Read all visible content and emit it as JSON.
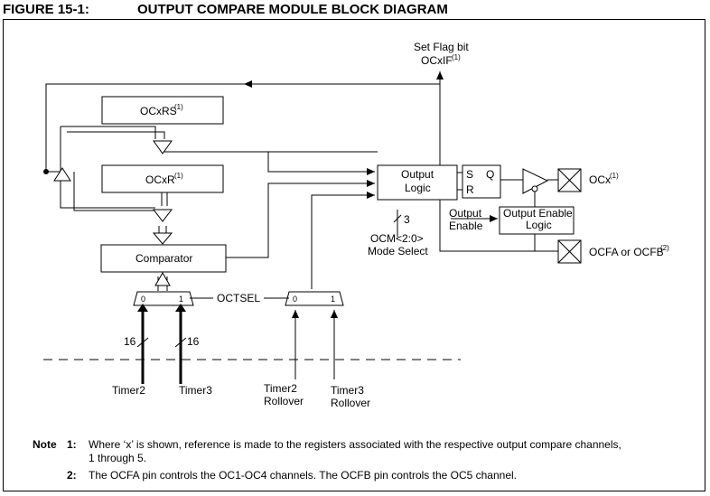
{
  "figure": {
    "label": "FIGURE 15-1:",
    "title": "OUTPUT COMPARE MODULE BLOCK DIAGRAM"
  },
  "blocks": {
    "ocxrs": "OCxRS",
    "ocxr": "OCxR",
    "superscript_1": "(1)",
    "superscript_2": "(2)",
    "comparator": "Comparator",
    "output_logic_line1": "Output",
    "output_logic_line2": "Logic",
    "sr_s": "S",
    "sr_q": "Q",
    "sr_r": "R",
    "oe_logic_line1": "Output Enable",
    "oe_logic_line2": "Logic"
  },
  "labels": {
    "set_flag_line1": "Set Flag bit",
    "set_flag_line2": "OCxIF",
    "ocx": "OCx",
    "ocfa": "OCFA or OCFB",
    "output_enable_line1": "Output",
    "output_enable_line2": "Enable",
    "ocm_line1": "OCM<2:0>",
    "ocm_line2": "Mode Select",
    "ocm_width": "3",
    "octsel": "OCTSEL",
    "mux_0": "0",
    "mux_1": "1",
    "bus_width_a": "16",
    "bus_width_b": "16",
    "timer2": "Timer2",
    "timer3": "Timer3",
    "timer2_rollover_line1": "Timer2",
    "timer2_rollover_line2": "Rollover",
    "timer3_rollover_line1": "Timer3",
    "timer3_rollover_line2": "Rollover"
  },
  "notes": {
    "heading": "Note",
    "n1_num": "1:",
    "n1_line1": "Where ‘x’ is shown, reference is made to the registers associated with the respective output compare channels,",
    "n1_line2": "1 through 5.",
    "n2_num": "2:",
    "n2_line1": "The OCFA pin controls the OC1-OC4 channels. The OCFB pin controls the OC5 channel."
  }
}
